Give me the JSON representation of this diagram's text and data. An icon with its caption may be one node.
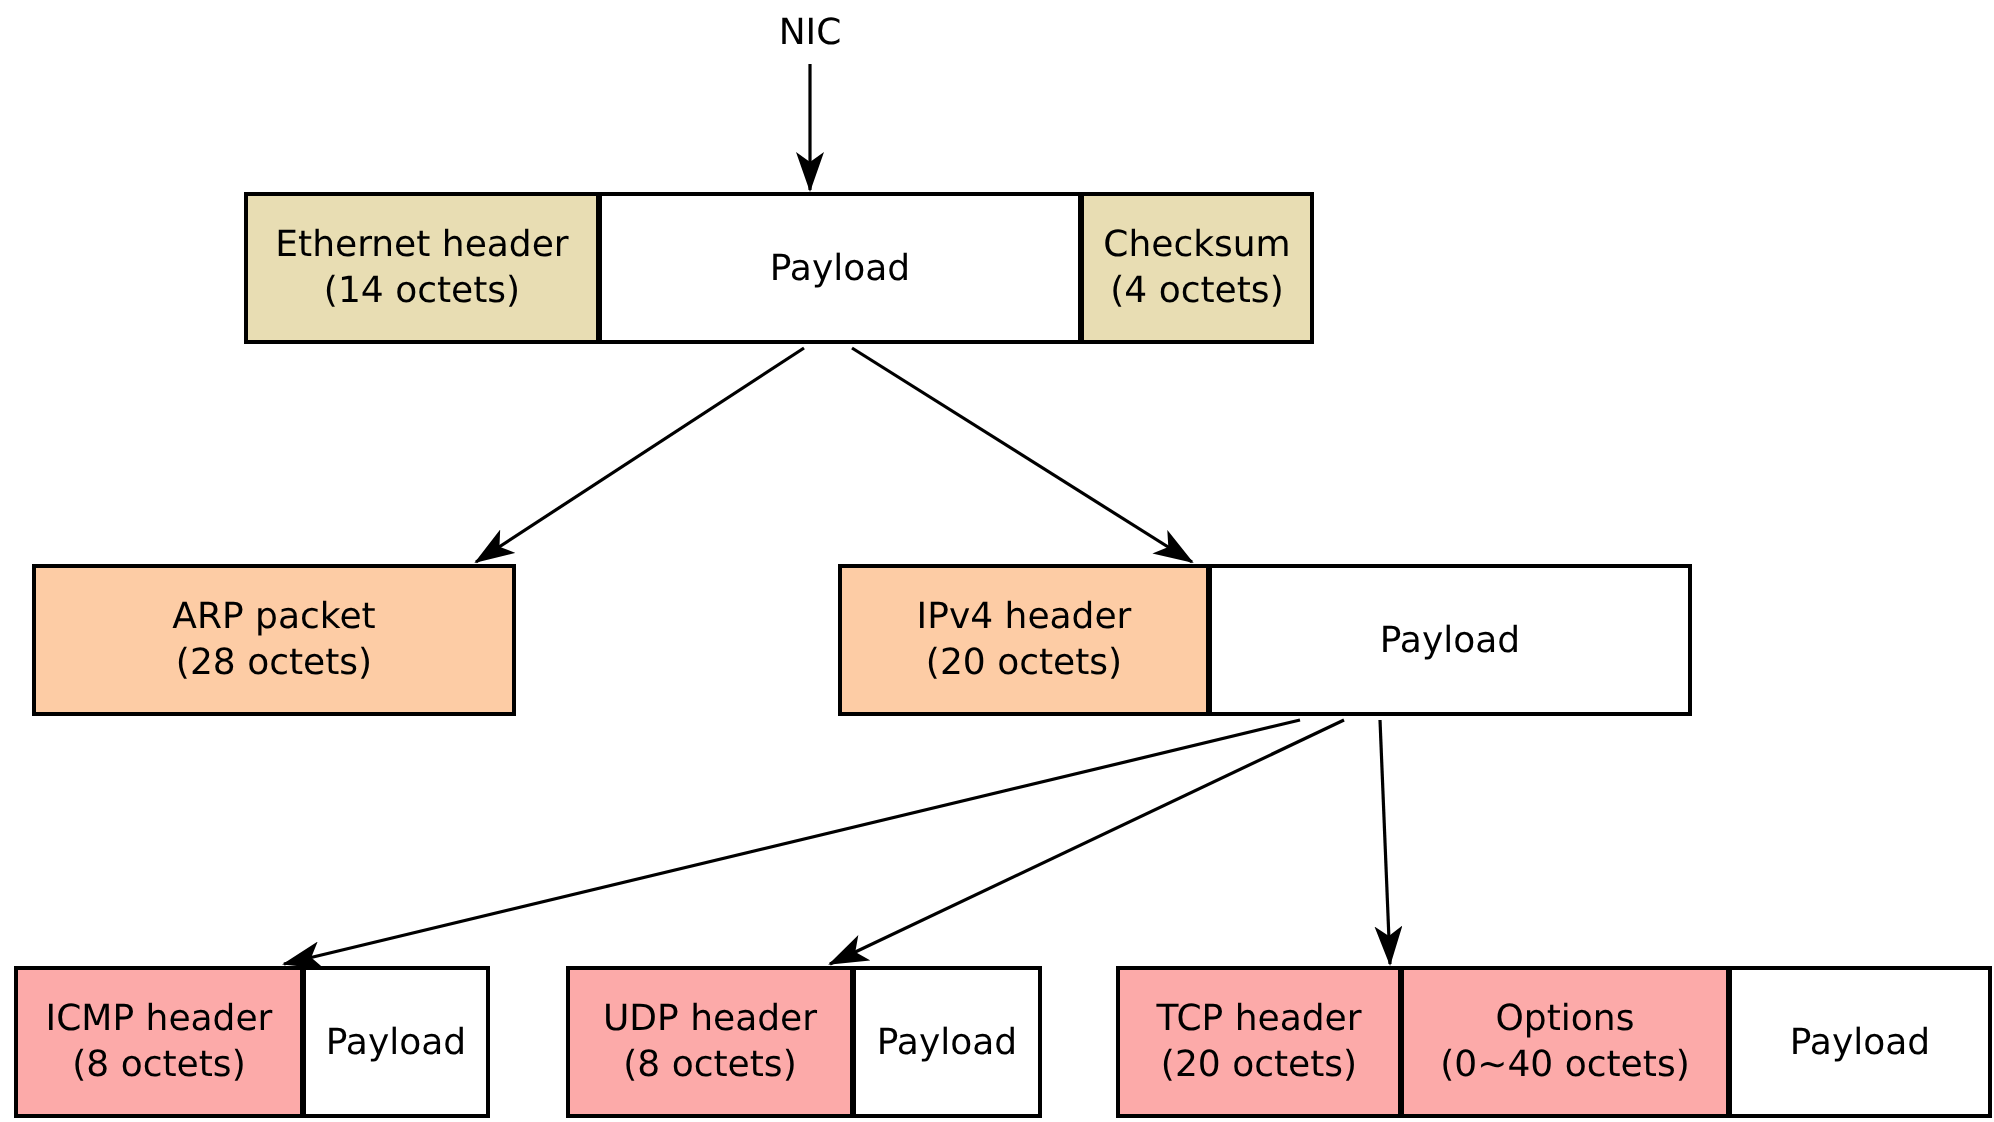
{
  "diagram": {
    "nodes": [
      {
        "text": [
          "NIC"
        ]
      },
      {
        "text": [
          "Ethernet header (14 octets)"
        ]
      },
      {
        "text": [
          "Payload"
        ]
      },
      {
        "text": [
          "Checksum (4 octets)"
        ]
      },
      {
        "text": [
          "ARP packet (28 octets)"
        ]
      },
      {
        "text": [
          "IPv4 header (20 octets)"
        ]
      },
      {
        "text": [
          "Payload"
        ]
      },
      {
        "text": [
          "ICMP header (8 octets)"
        ]
      },
      {
        "text": [
          "Payload"
        ]
      },
      {
        "text": [
          "UDP header (8 octets)"
        ]
      },
      {
        "text": [
          "Payload"
        ]
      },
      {
        "text": [
          "TCP header (20 octets)"
        ]
      },
      {
        "text": [
          "Options (0~40 octets)"
        ]
      },
      {
        "text": [
          "Payload"
        ]
      }
    ],
    "edges": [
      {
        "from": 0,
        "to": 2,
        "arrow": "to"
      },
      {
        "from": 2,
        "to": 4,
        "arrow": "to"
      },
      {
        "from": 2,
        "to": 5,
        "arrow": "to"
      },
      {
        "from": 6,
        "to": 7,
        "arrow": "to"
      },
      {
        "from": 6,
        "to": 9,
        "arrow": "to"
      },
      {
        "from": 6,
        "to": 11,
        "arrow": "to"
      }
    ]
  }
}
